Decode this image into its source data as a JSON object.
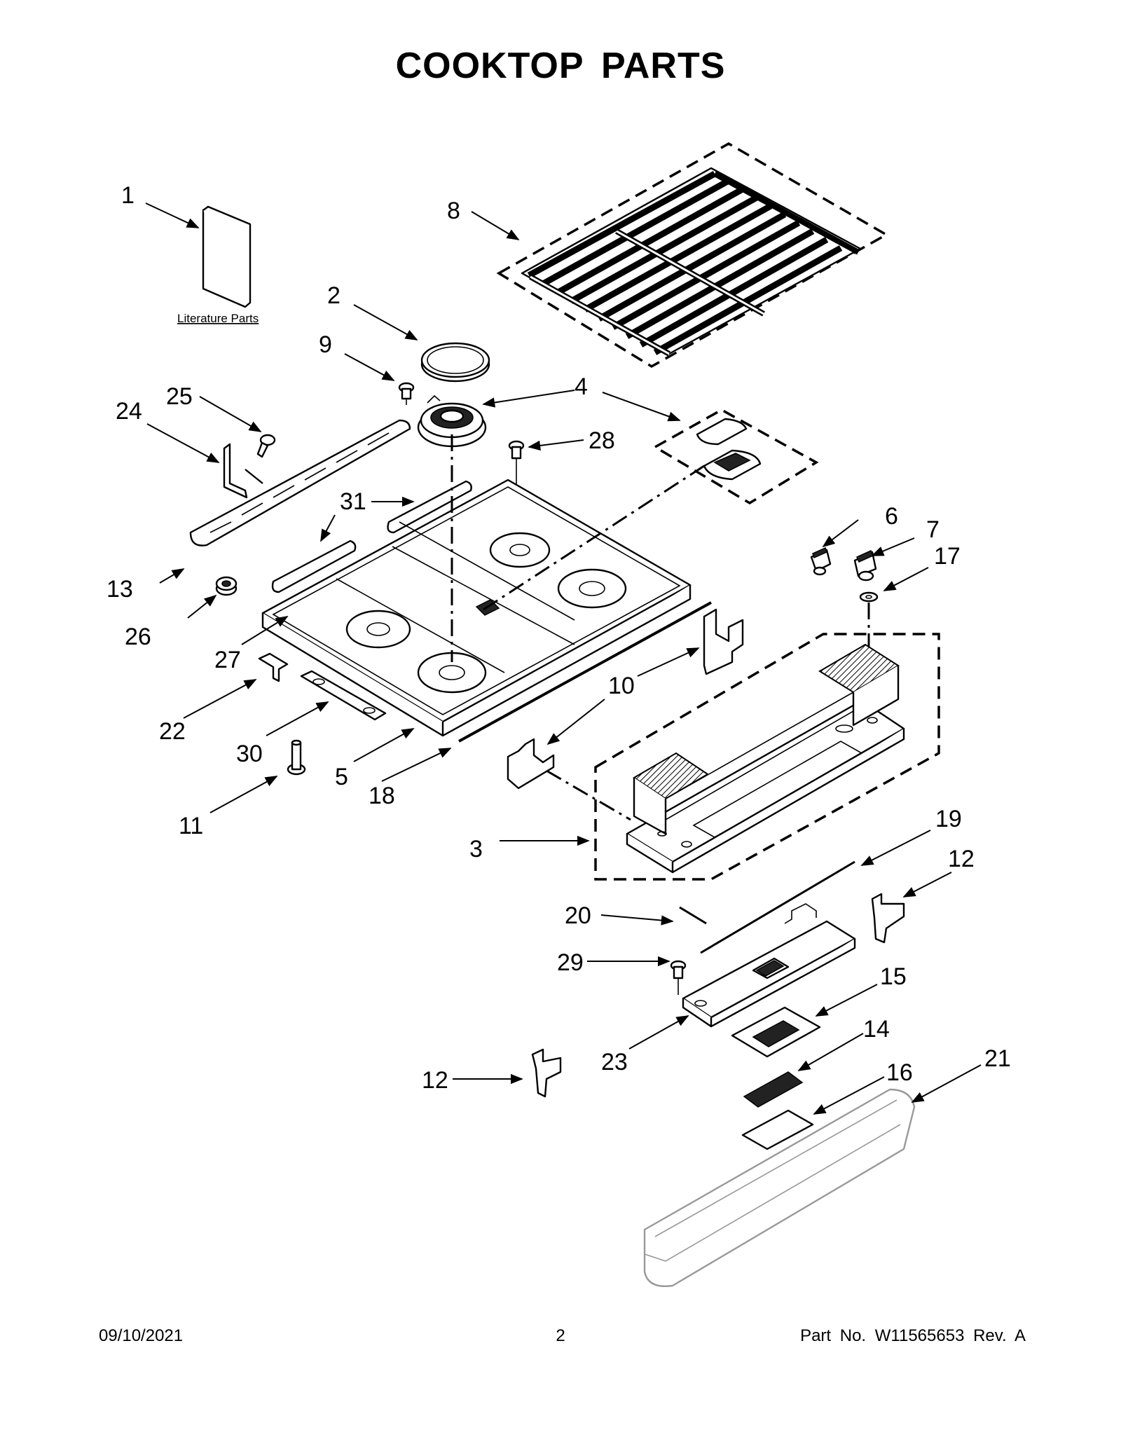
{
  "title": "COOKTOP PARTS",
  "literature_label": "Literature Parts",
  "footer": {
    "date": "09/10/2021",
    "page": "2",
    "part_no": "Part No.  W11565653  Rev.  A"
  },
  "callouts": [
    {
      "id": "c1",
      "text": "1"
    },
    {
      "id": "c2",
      "text": "2"
    },
    {
      "id": "c3",
      "text": "3"
    },
    {
      "id": "c4",
      "text": "4"
    },
    {
      "id": "c5",
      "text": "5"
    },
    {
      "id": "c6",
      "text": "6"
    },
    {
      "id": "c7",
      "text": "7"
    },
    {
      "id": "c8",
      "text": "8"
    },
    {
      "id": "c9",
      "text": "9"
    },
    {
      "id": "c10a",
      "text": "10"
    },
    {
      "id": "c10b",
      "text": "10"
    },
    {
      "id": "c11",
      "text": "11"
    },
    {
      "id": "c12a",
      "text": "12"
    },
    {
      "id": "c12b",
      "text": "12"
    },
    {
      "id": "c13",
      "text": "13"
    },
    {
      "id": "c14",
      "text": "14"
    },
    {
      "id": "c15",
      "text": "15"
    },
    {
      "id": "c16",
      "text": "16"
    },
    {
      "id": "c17",
      "text": "17"
    },
    {
      "id": "c18",
      "text": "18"
    },
    {
      "id": "c19",
      "text": "19"
    },
    {
      "id": "c20",
      "text": "20"
    },
    {
      "id": "c21",
      "text": "21"
    },
    {
      "id": "c22",
      "text": "22"
    },
    {
      "id": "c23",
      "text": "23"
    },
    {
      "id": "c24",
      "text": "24"
    },
    {
      "id": "c25",
      "text": "25"
    },
    {
      "id": "c26",
      "text": "26"
    },
    {
      "id": "c27",
      "text": "27"
    },
    {
      "id": "c28",
      "text": "28"
    },
    {
      "id": "c29",
      "text": "29"
    },
    {
      "id": "c30",
      "text": "30"
    },
    {
      "id": "c31",
      "text": "31"
    }
  ]
}
